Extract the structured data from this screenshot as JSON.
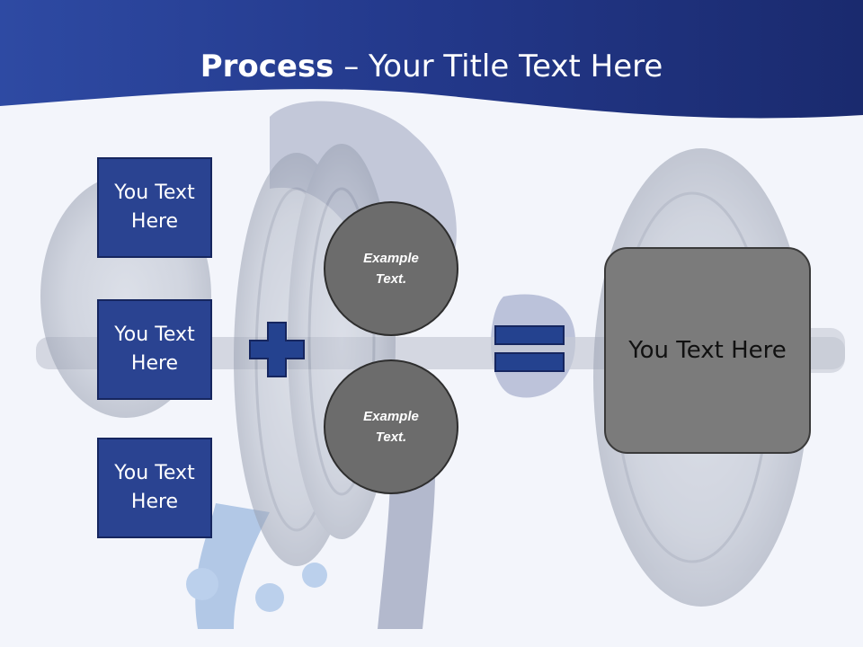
{
  "slide": {
    "title_bold": "Process",
    "title_rest": " – Your Title Text Here"
  },
  "left_boxes": [
    {
      "label": "You Text Here"
    },
    {
      "label": "You Text Here"
    },
    {
      "label": "You Text Here"
    }
  ],
  "circles": [
    {
      "label": "Example Text."
    },
    {
      "label": "Example Text."
    }
  ],
  "result": {
    "label": "You Text Here"
  },
  "colors": {
    "header_dark": "#1a2a6e",
    "header_light": "#2e4aa3",
    "box_fill": "#2a4391",
    "operator_fill": "#24428f",
    "circle_fill": "#6c6c6c",
    "result_fill": "#7b7b7b"
  },
  "icons": {
    "background": "frog-lifting-dumbbell-illustration",
    "operator_1": "plus-icon",
    "operator_2": "equals-icon"
  }
}
